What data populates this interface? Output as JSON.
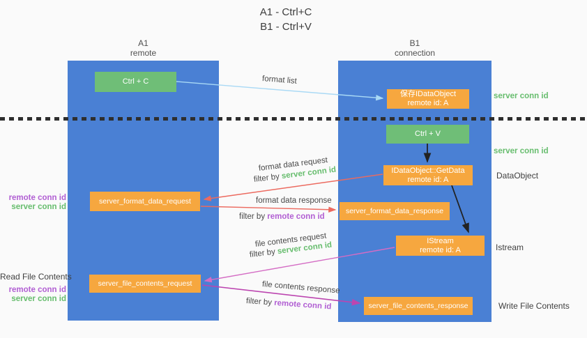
{
  "title": {
    "line1": "A1 - Ctrl+C",
    "line2": "B1 - Ctrl+V"
  },
  "columns": {
    "left": {
      "name": "A1",
      "subtitle": "remote"
    },
    "right": {
      "name": "B1",
      "subtitle": "connection"
    }
  },
  "nodes": {
    "ctrl_c": {
      "label": "Ctrl + C"
    },
    "save_idataobject": {
      "line1": "保存IDataObject",
      "line2": "remote id: A"
    },
    "ctrl_v": {
      "label": "Ctrl + V"
    },
    "getdata": {
      "line1": "IDataObject::GetData",
      "line2": "remote id: A"
    },
    "format_request": {
      "label": "server_format_data_request"
    },
    "format_response": {
      "label": "server_format_data_response"
    },
    "istream": {
      "line1": "IStream",
      "line2": "remote id: A"
    },
    "file_request": {
      "label": "server_file_contents_request"
    },
    "file_response": {
      "label": "server_file_contents_response"
    }
  },
  "edges": {
    "format_list": {
      "label": "format list"
    },
    "format_data_request": {
      "label": "format data request",
      "filter_prefix": "filter by ",
      "filter_key": "server conn id"
    },
    "format_data_response": {
      "label": "format data response",
      "filter_prefix": "filter by ",
      "filter_key": "remote conn id"
    },
    "file_contents_request": {
      "label": "file contents request",
      "filter_prefix": "filter by ",
      "filter_key": "server conn id"
    },
    "file_contents_response": {
      "label": "file contents response",
      "filter_prefix": "filter by ",
      "filter_key": "remote conn id"
    }
  },
  "side_labels": {
    "right_server_conn_id_1": "server conn id",
    "right_server_conn_id_2": "server conn id",
    "dataobject": "DataObject",
    "istream": "Istream",
    "write_file_contents": "Write File Contents",
    "left_remote_conn_id_1": "remote conn id",
    "left_server_conn_id_1": "server conn id",
    "read_file_contents": "Read File Contents",
    "left_remote_conn_id_2": "remote conn id",
    "left_server_conn_id_2": "server conn id"
  },
  "colors": {
    "column_blue": "#4a80d4",
    "box_green": "#6fbe77",
    "box_orange": "#f6a73f",
    "label_green": "#67bd6e",
    "label_purple": "#b15fd3",
    "arrow_lightblue": "#a9d9f5",
    "arrow_red": "#ec6a5f",
    "arrow_pink": "#d46cc4",
    "arrow_magenta": "#bc45b0",
    "arrow_black": "#222222"
  }
}
